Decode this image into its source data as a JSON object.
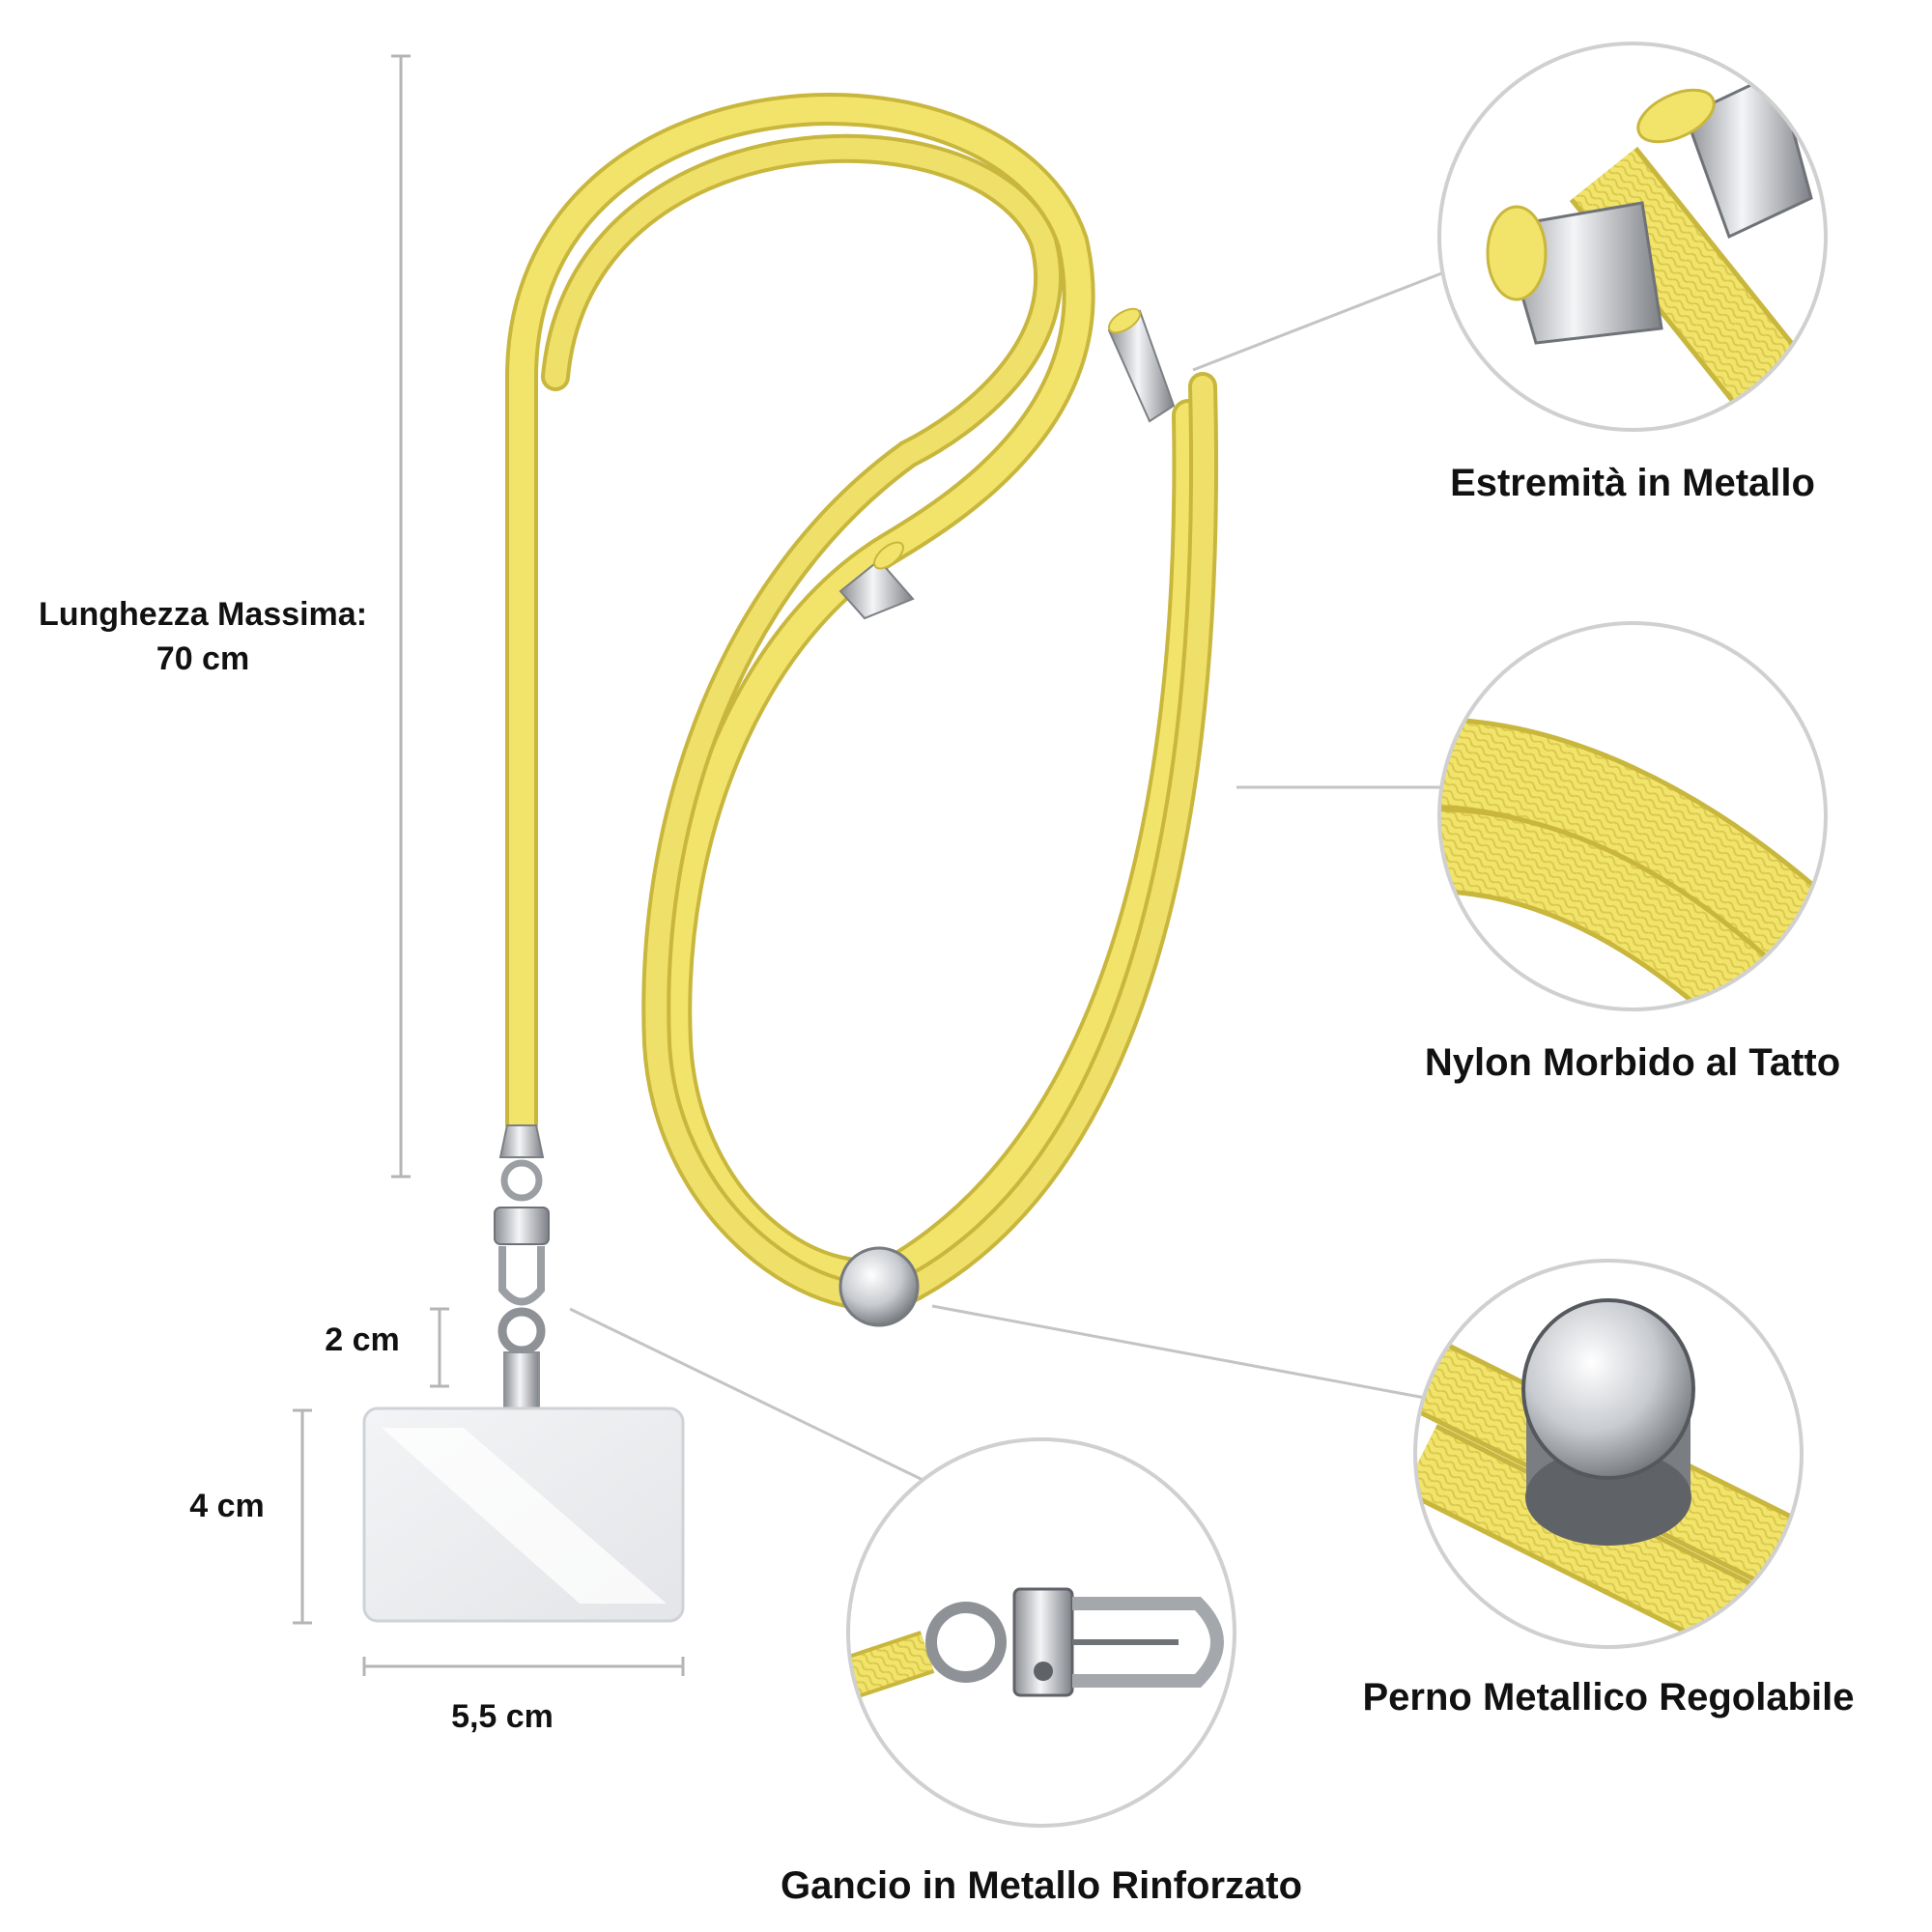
{
  "dimensions": {
    "max_length_line1": "Lunghezza Massima:",
    "max_length_line2": "70 cm",
    "connector_height": "2 cm",
    "pad_height": "4 cm",
    "pad_width": "5,5 cm"
  },
  "features": {
    "metal_ends": "Estremità in Metallo",
    "soft_nylon": "Nylon Morbido al Tatto",
    "adjustable_pin": "Perno Metallico Regolabile",
    "reinforced_hook": "Gancio in Metallo Rinforzato"
  },
  "colors": {
    "cord_yellow": "#f2e46a",
    "cord_shadow": "#c8b63d",
    "metal_silver": "#c9ccd0",
    "callout_grey": "#c4c4c4",
    "text": "#111111"
  }
}
